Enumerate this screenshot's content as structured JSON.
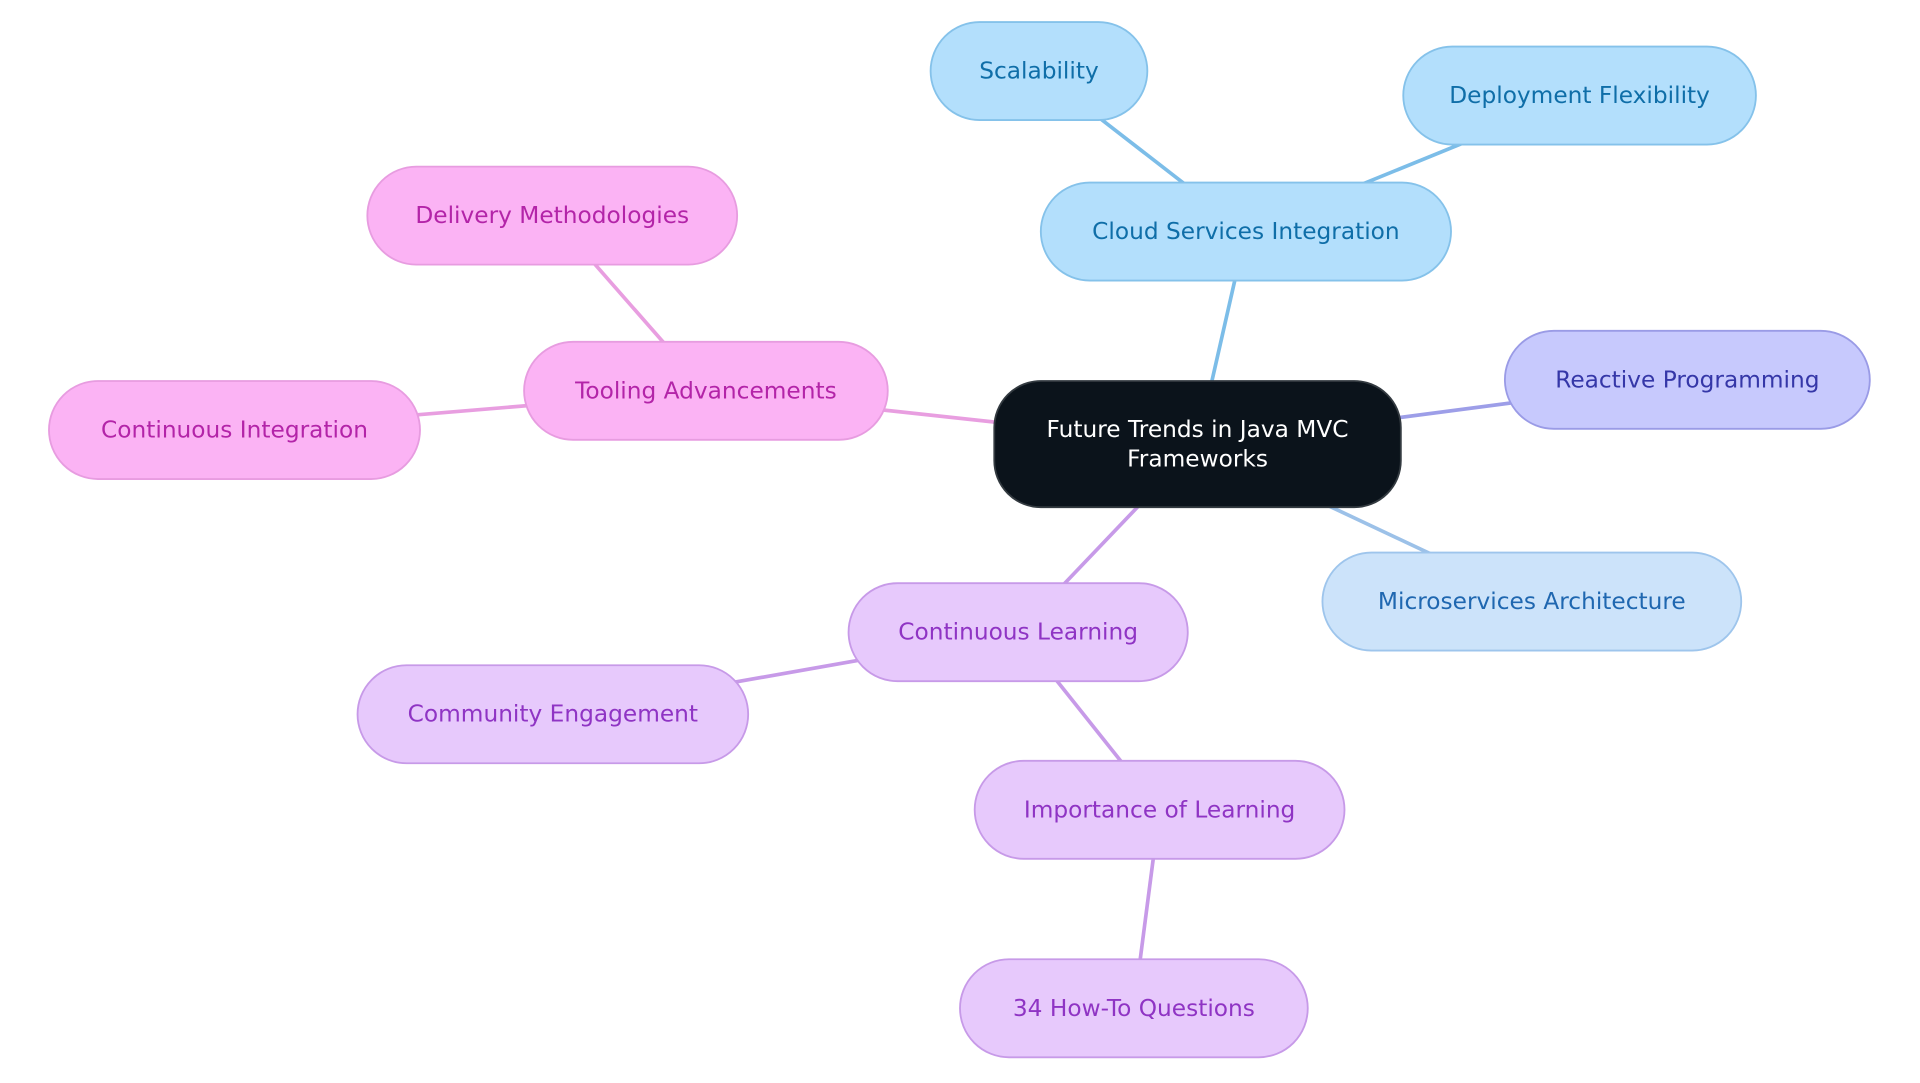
{
  "title": "Future Trends in Java MVC Frameworks",
  "palette": {
    "root": {
      "fill": "#0b131b",
      "stroke": "#333a40",
      "text": "#ffffff"
    },
    "blue": {
      "fill": "#b3dffc",
      "stroke": "#85c2ea",
      "text": "#0f6ea8",
      "edge": "#7cbde8"
    },
    "lightblue": {
      "fill": "#cce3fa",
      "stroke": "#9ec5ec",
      "text": "#1f67b0",
      "edge": "#9cc1e8"
    },
    "indigo": {
      "fill": "#c7c9fd",
      "stroke": "#9a9be6",
      "text": "#3537a8",
      "edge": "#9d9ee8"
    },
    "pink": {
      "fill": "#fbb3f4",
      "stroke": "#e79ce0",
      "text": "#b324a8",
      "edge": "#e89ee0"
    },
    "purple": {
      "fill": "#e7c9fc",
      "stroke": "#c79ae8",
      "text": "#8f34c4",
      "edge": "#c79ae8"
    }
  },
  "nodes": [
    {
      "id": "root",
      "label_lines": [
        "Future Trends in Java MVC",
        "Frameworks"
      ],
      "color": "root"
    },
    {
      "id": "cloud",
      "label_lines": [
        "Cloud Services Integration"
      ],
      "color": "blue"
    },
    {
      "id": "scal",
      "label_lines": [
        "Scalability"
      ],
      "color": "blue"
    },
    {
      "id": "deploy",
      "label_lines": [
        "Deployment Flexibility"
      ],
      "color": "blue"
    },
    {
      "id": "reactive",
      "label_lines": [
        "Reactive Programming"
      ],
      "color": "indigo"
    },
    {
      "id": "micro",
      "label_lines": [
        "Microservices Architecture"
      ],
      "color": "lightblue"
    },
    {
      "id": "tooling",
      "label_lines": [
        "Tooling Advancements"
      ],
      "color": "pink"
    },
    {
      "id": "delivery",
      "label_lines": [
        "Delivery Methodologies"
      ],
      "color": "pink"
    },
    {
      "id": "ci",
      "label_lines": [
        "Continuous Integration"
      ],
      "color": "pink"
    },
    {
      "id": "learning",
      "label_lines": [
        "Continuous Learning"
      ],
      "color": "purple"
    },
    {
      "id": "community",
      "label_lines": [
        "Community Engagement"
      ],
      "color": "purple"
    },
    {
      "id": "importance",
      "label_lines": [
        "Importance of Learning"
      ],
      "color": "purple"
    },
    {
      "id": "howto",
      "label_lines": [
        "34 How-To Questions"
      ],
      "color": "purple"
    }
  ],
  "edges": [
    {
      "from": "root",
      "to": "cloud",
      "color": "blue"
    },
    {
      "from": "cloud",
      "to": "scal",
      "color": "blue"
    },
    {
      "from": "cloud",
      "to": "deploy",
      "color": "blue"
    },
    {
      "from": "root",
      "to": "reactive",
      "color": "indigo"
    },
    {
      "from": "root",
      "to": "micro",
      "color": "lightblue"
    },
    {
      "from": "root",
      "to": "tooling",
      "color": "pink"
    },
    {
      "from": "tooling",
      "to": "delivery",
      "color": "pink"
    },
    {
      "from": "tooling",
      "to": "ci",
      "color": "pink"
    },
    {
      "from": "root",
      "to": "learning",
      "color": "purple"
    },
    {
      "from": "learning",
      "to": "community",
      "color": "purple"
    },
    {
      "from": "learning",
      "to": "importance",
      "color": "purple"
    },
    {
      "from": "importance",
      "to": "howto",
      "color": "purple"
    }
  ]
}
